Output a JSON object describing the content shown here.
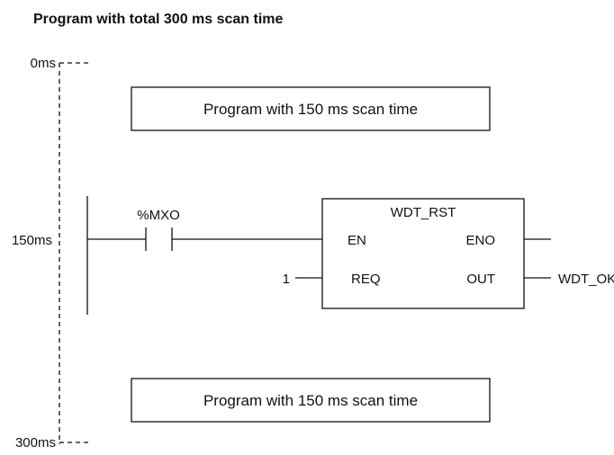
{
  "title": "Program with total 300 ms scan time",
  "timeline": {
    "start_label": "0ms",
    "mid_label": "150ms",
    "end_label": "300ms"
  },
  "program_blocks": [
    {
      "label": "Program with 150 ms scan time"
    },
    {
      "label": "Program with 150 ms scan time"
    }
  ],
  "ladder": {
    "contact_label": "%MXO",
    "function_block": {
      "name": "WDT_RST",
      "input_en": "EN",
      "input_req": "REQ",
      "output_eno": "ENO",
      "output_out": "OUT"
    },
    "req_value": "1",
    "out_variable": "WDT_OK"
  }
}
